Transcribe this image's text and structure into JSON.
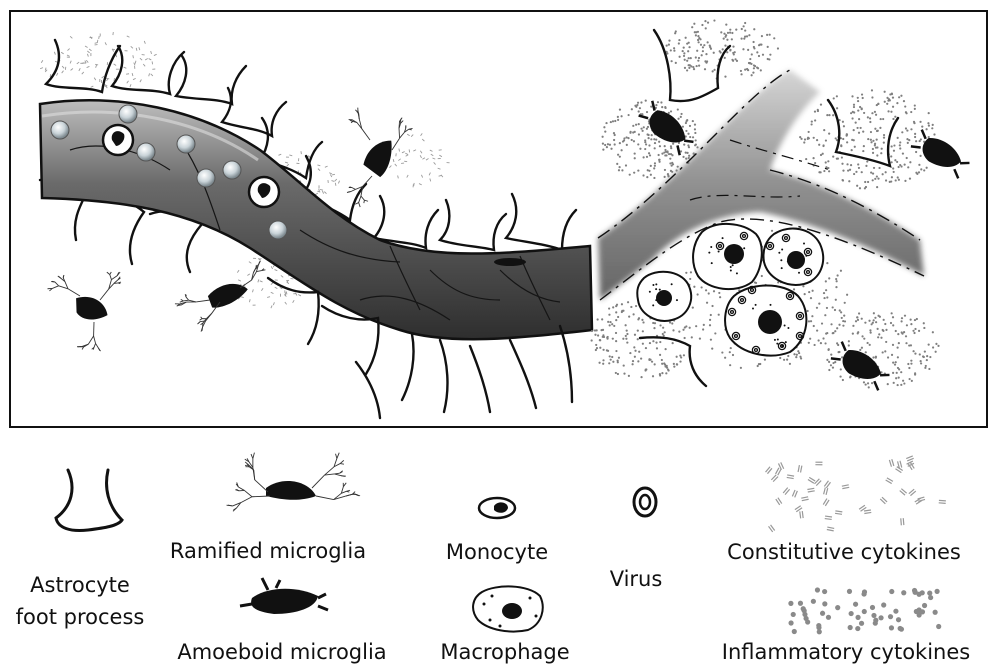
{
  "legend": {
    "astrocyte_line1": "Astrocyte",
    "astrocyte_line2": "foot process",
    "ramified": "Ramified microglia",
    "amoeboid": "Amoeboid microglia",
    "monocyte": "Monocyte",
    "macrophage": "Macrophage",
    "virus": "Virus",
    "constitutive": "Constitutive cytokines",
    "inflammatory": "Inflammatory cytokines"
  },
  "icons": {
    "astrocyte": "astrocyte-foot-process-icon",
    "ramified": "ramified-microglia-icon",
    "amoeboid": "amoeboid-microglia-icon",
    "monocyte": "monocyte-icon",
    "macrophage": "macrophage-icon",
    "virus": "virus-icon",
    "constitutive": "constitutive-cytokines-icon",
    "inflammatory": "inflammatory-cytokines-icon"
  },
  "colors": {
    "vessel_dark": "#3a3a3a",
    "vessel_light": "#9a9a9a",
    "ink": "#111111",
    "cytokine_dot": "#8a8a8a",
    "monocyte_fill": "#dfe6ea"
  }
}
